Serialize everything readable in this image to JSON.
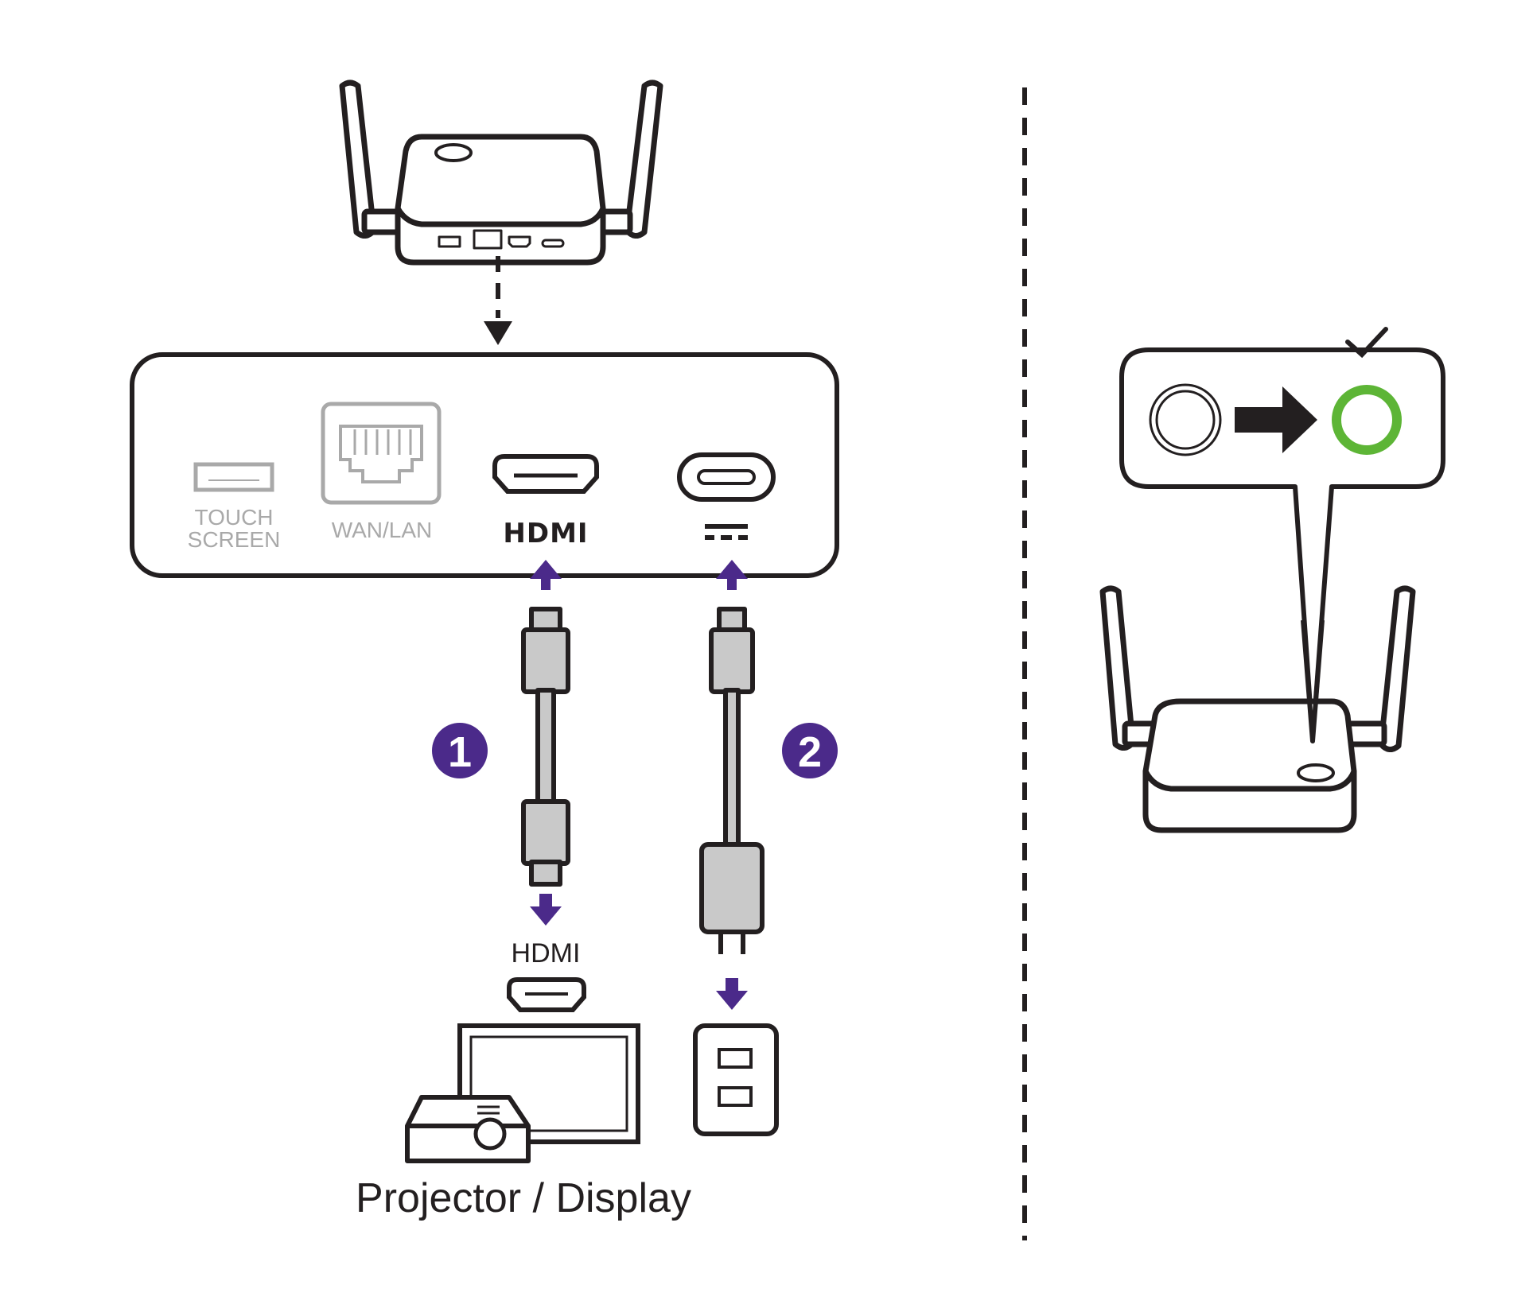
{
  "ports": {
    "touch_screen_line1": "TOUCH",
    "touch_screen_line2": "SCREEN",
    "wan_lan": "WAN/LAN",
    "hdmi_logo": "HDMI"
  },
  "steps": {
    "step1": "1",
    "step2": "2"
  },
  "labels": {
    "hdmi_input": "HDMI",
    "projector_display": "Projector / Display"
  },
  "colors": {
    "ink": "#231f20",
    "port_gray": "#a9a9a9",
    "cable_gray": "#c9c9c9",
    "accent_purple": "#4b2a8a",
    "status_green": "#5db536"
  },
  "icons": {
    "dc_power_symbol": "dc-power-icon",
    "checkmark": "checkmark-icon",
    "arrow": "arrow-right-icon"
  }
}
